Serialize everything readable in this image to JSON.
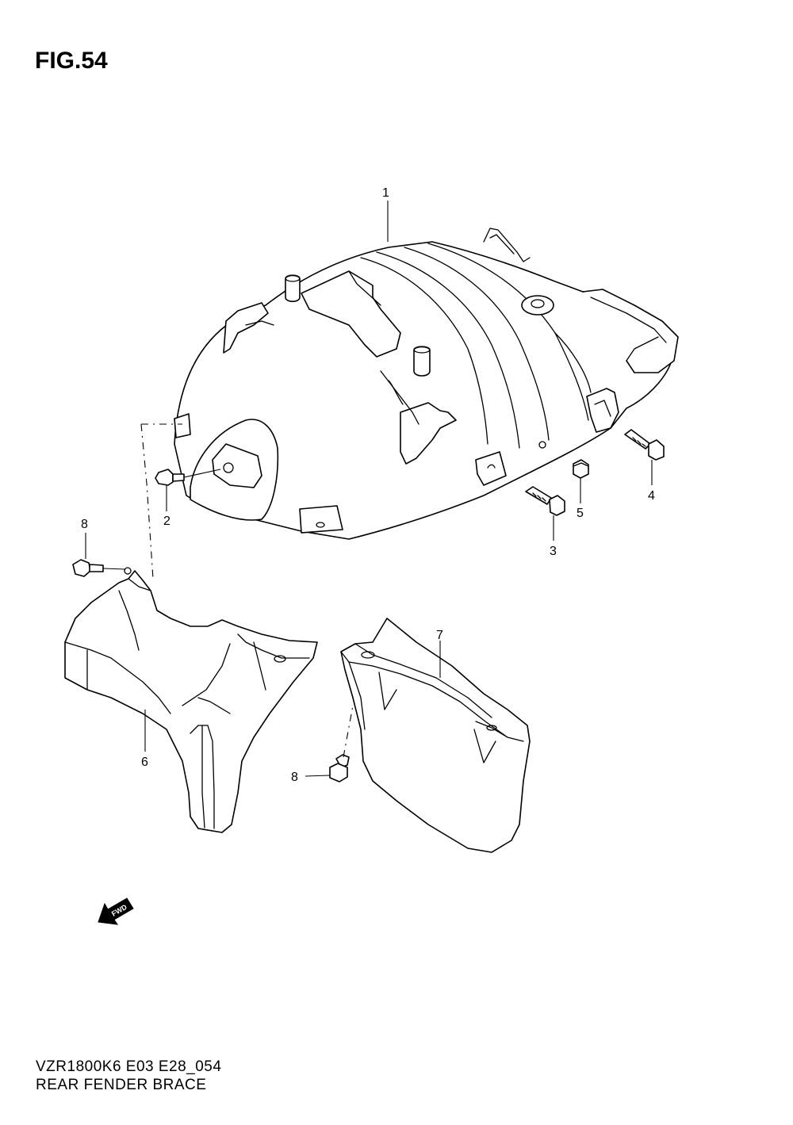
{
  "figure": {
    "title": "FIG.54"
  },
  "callouts": {
    "p1": "1",
    "p2": "2",
    "p3": "3",
    "p4": "4",
    "p5": "5",
    "p6": "6",
    "p7": "7",
    "p8a": "8",
    "p8b": "8"
  },
  "fwd_arrow": {
    "label": "FWD"
  },
  "footer": {
    "model_code": "VZR1800K6 E03 E28_054",
    "section_name": "REAR FENDER BRACE"
  }
}
